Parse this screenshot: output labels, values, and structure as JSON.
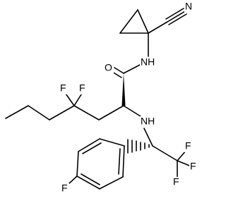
{
  "molecule": {
    "atoms": {
      "nitrile_n": "N",
      "amide_nh": "NH",
      "amide_o": "O",
      "fluorine_1": "F",
      "fluorine_2": "F",
      "amine_nh": "NH",
      "cf3_f_top": "F",
      "cf3_f_right": "F",
      "cf3_f_bottom": "F",
      "aryl_f": "F"
    }
  },
  "colors": {
    "bond": "#000000",
    "label": "#000000",
    "background": "#ffffff"
  }
}
